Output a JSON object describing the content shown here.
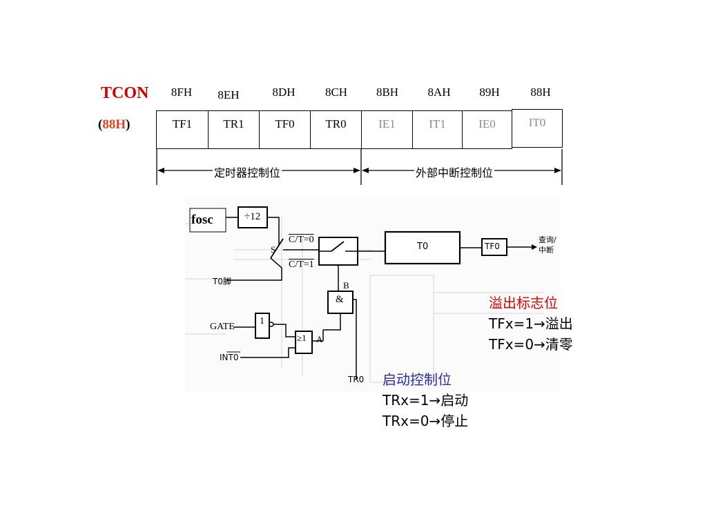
{
  "register": {
    "name": "TCON",
    "address_open": "(",
    "address": "88H",
    "address_close": ")",
    "name_color": "#d40000",
    "address_color": "#e8401c"
  },
  "bit_addresses": [
    "8FH",
    "8EH",
    "8DH",
    "8CH",
    "8BH",
    "8AH",
    "89H",
    "88H"
  ],
  "bits": [
    "TF1",
    "TR1",
    "TF0",
    "TR0",
    "IE1",
    "IT1",
    "IE0",
    "IT0"
  ],
  "groups": {
    "timer_control": "定时器控制位",
    "external_interrupt_control": "外部中断控制位"
  },
  "diagram": {
    "fosc": "fosc",
    "divider": "÷12",
    "switch_s": "S",
    "ct0": "C/T=0",
    "ct1": "C/T=1",
    "t0_pin": "T0脚",
    "gate": "GATE",
    "int0": "INT0",
    "tr0": "TR0",
    "not_gate": "1",
    "or_gate": "≥1",
    "and_gate": "&",
    "label_a": "A",
    "label_b": "B",
    "counter": "T0",
    "flag": "TF0",
    "output": "查询/\n中断"
  },
  "overflow_note": {
    "title": "溢出标志位",
    "line1": "TFx=1→溢出",
    "line2": "TFx=0→清零",
    "color": "#e00000"
  },
  "start_note": {
    "title": "启动控制位",
    "line1": "TRx=1→启动",
    "line2": "TRx=0→停止",
    "color": "#2a2aa8"
  }
}
